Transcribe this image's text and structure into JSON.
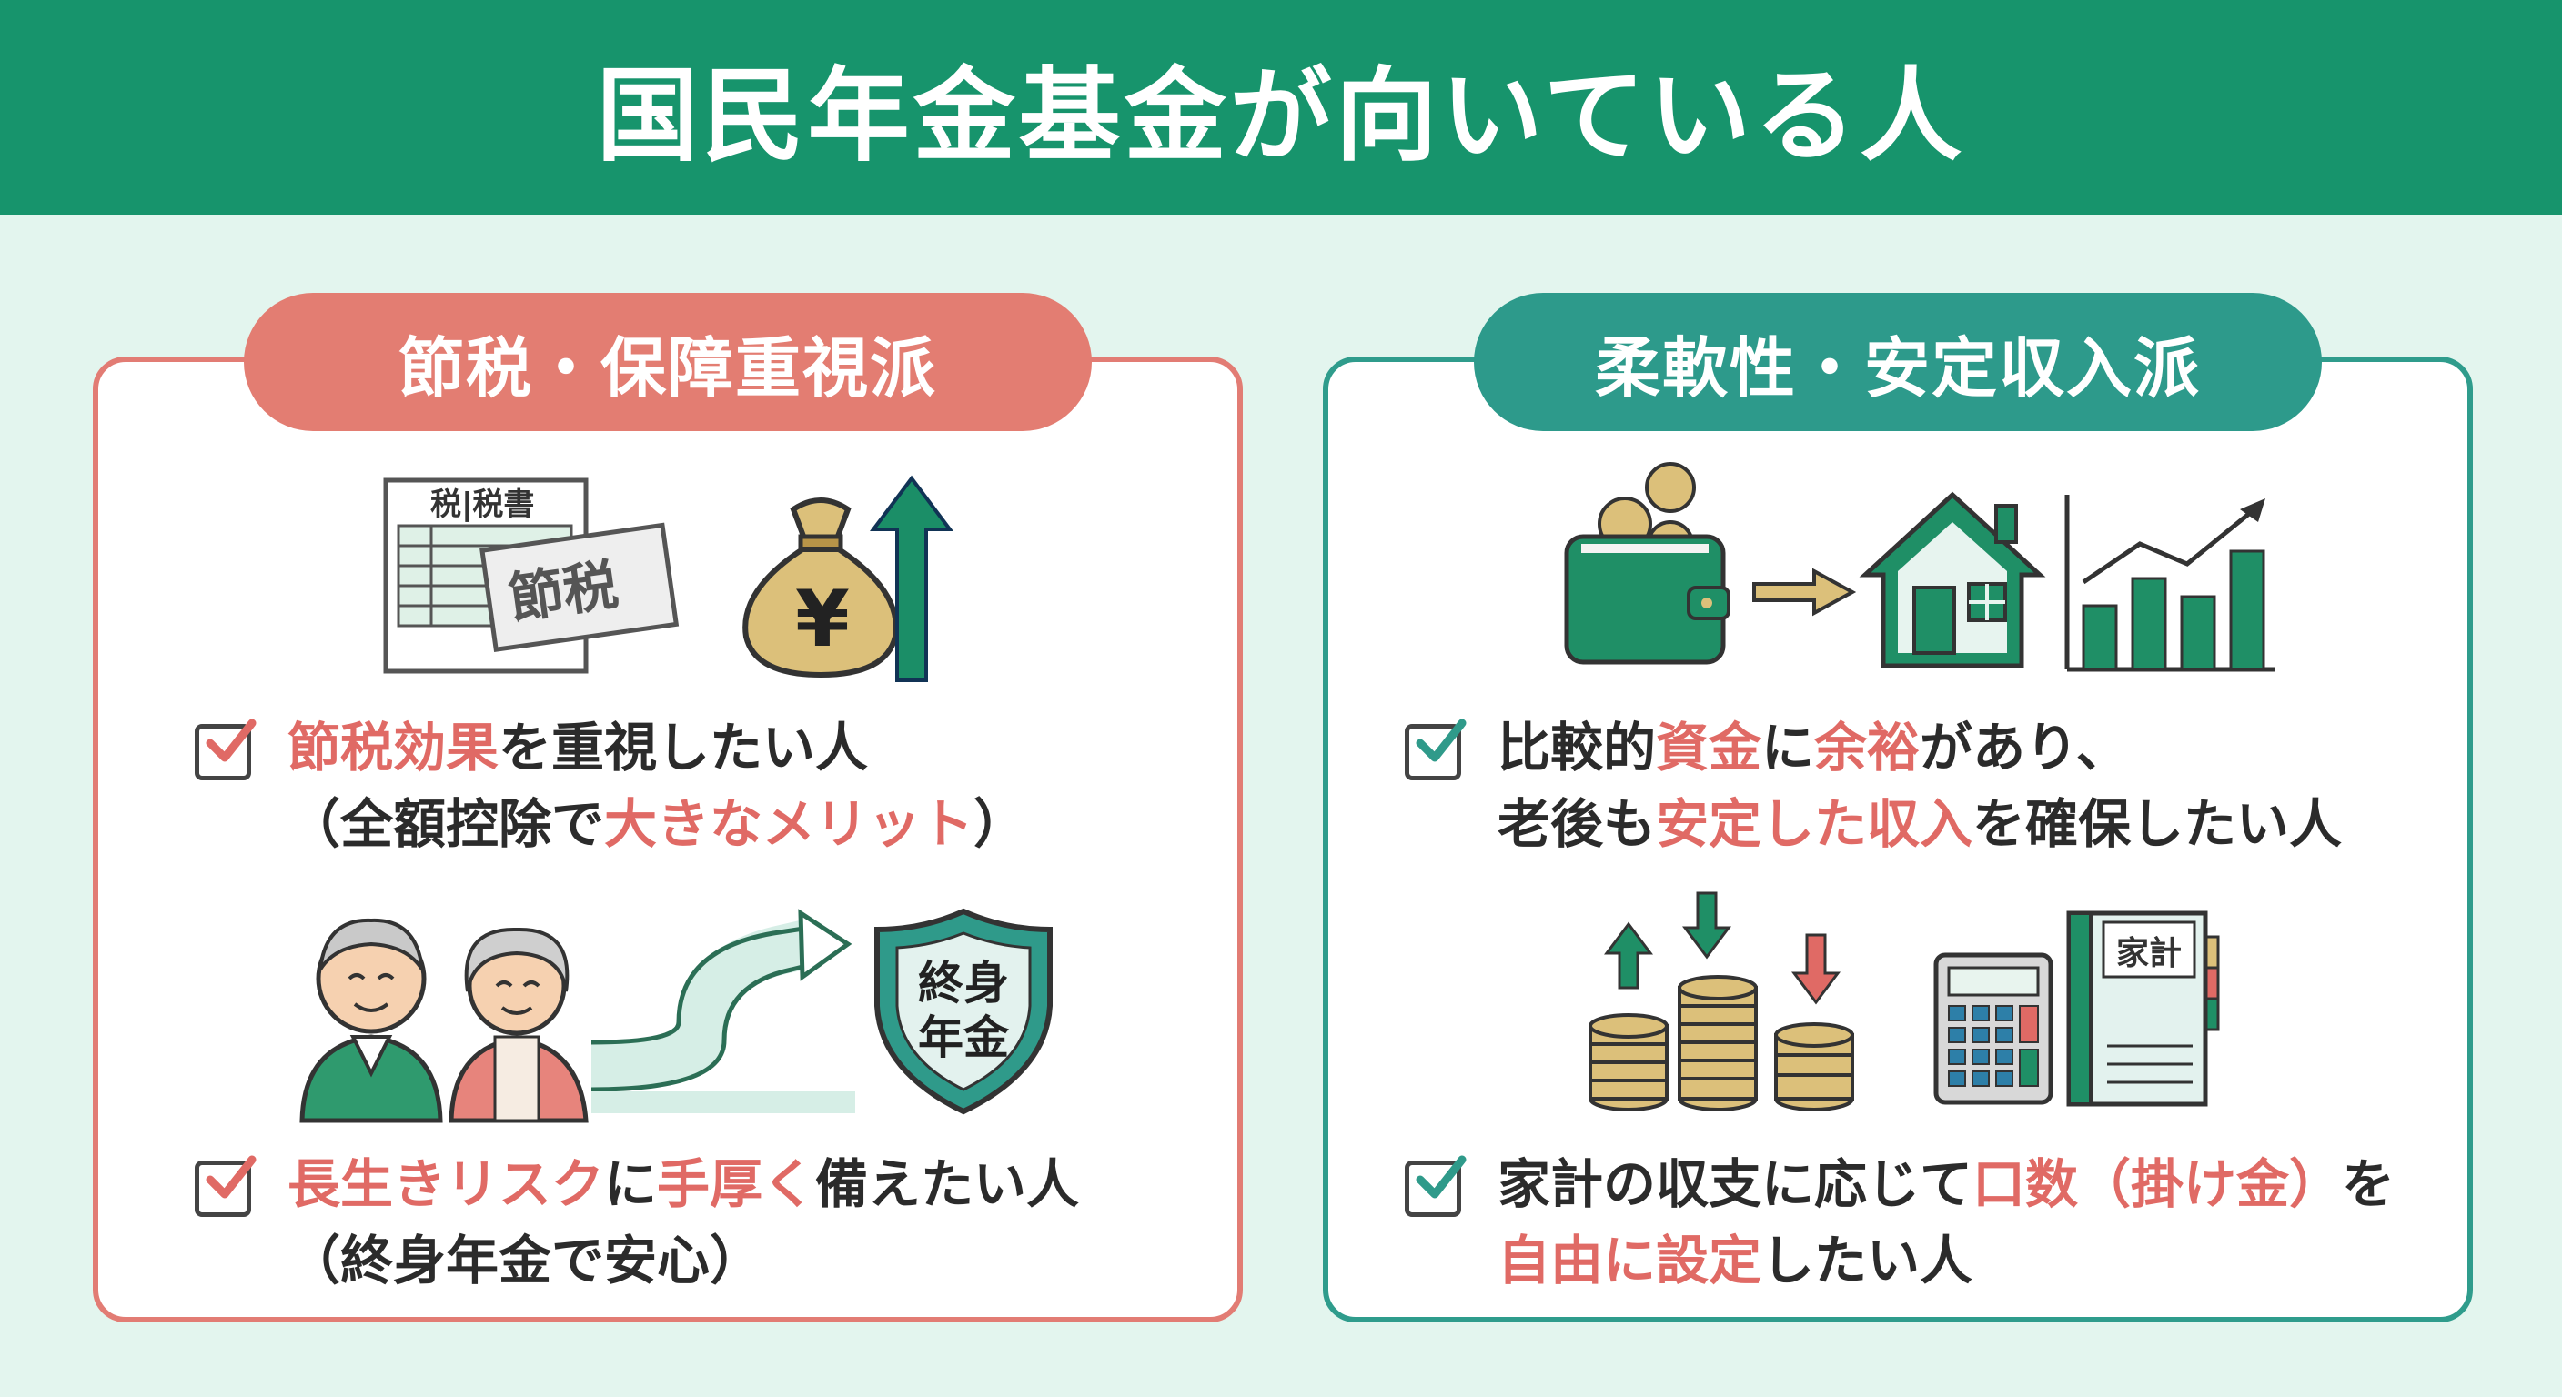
{
  "title": "国民年金基金が向いている人",
  "colors": {
    "header": "#17946c",
    "left_accent": "#e37d72",
    "right_accent": "#2d9a8b",
    "background": "#e3f5ee"
  },
  "left": {
    "heading": "節税・保障重視派",
    "icons": [
      "tax-form-icon",
      "yen-money-bag-icon",
      "up-arrow-icon",
      "elderly-couple-icon",
      "road-arrow-icon",
      "shield-icon"
    ],
    "tax_form_header": "税|税書",
    "tax_form_stamp": "節税",
    "shield_text_1": "終身",
    "shield_text_2": "年金",
    "item1": {
      "l1_a": "節税効果",
      "l1_b": "を重視したい人",
      "l2_a": "（全額控除で",
      "l2_b": "大きなメリット",
      "l2_c": "）"
    },
    "item2": {
      "l1_a": "長生きリスク",
      "l1_b": "に",
      "l1_c": "手厚く",
      "l1_d": "備えたい人",
      "l2": "（終身年金で安心）"
    }
  },
  "right": {
    "heading": "柔軟性・安定収入派",
    "icons": [
      "wallet-icon",
      "arrow-right-icon",
      "house-icon",
      "bar-chart-icon",
      "coin-stacks-icon",
      "calculator-icon",
      "household-ledger-icon"
    ],
    "ledger_label": "家計",
    "item1": {
      "l1_a": "比較的",
      "l1_b": "資金",
      "l1_c": "に",
      "l1_d": "余裕",
      "l1_e": "があり、",
      "l2_a": "老後も",
      "l2_b": "安定した収入",
      "l2_c": "を確保したい人"
    },
    "item2": {
      "l1_a": "家計の収支に応じて",
      "l1_b": "口数（掛け金）",
      "l1_c": "を",
      "l2_a": "自由に設定",
      "l2_b": "したい人"
    }
  }
}
